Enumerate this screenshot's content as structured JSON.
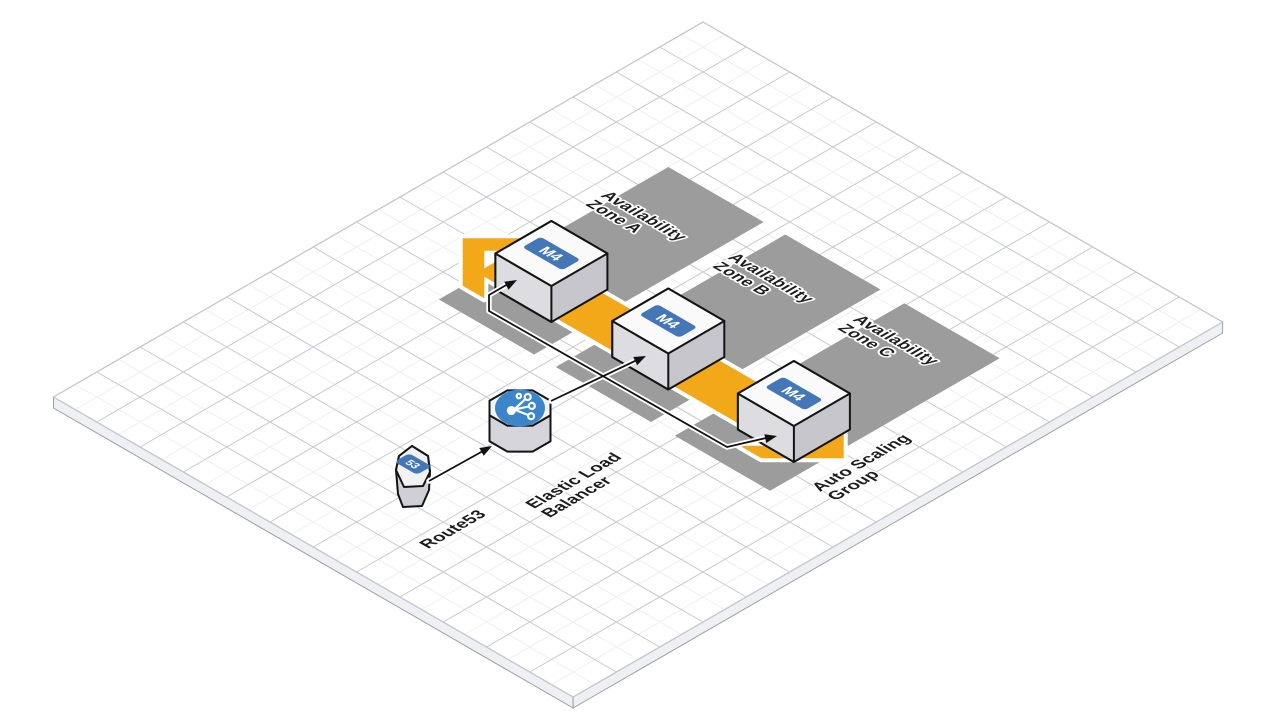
{
  "diagram": {
    "zones": [
      {
        "label_line1": "Availability",
        "label_line2": "Zone A"
      },
      {
        "label_line1": "Availability",
        "label_line2": "Zone B"
      },
      {
        "label_line1": "Availability",
        "label_line2": "Zone C"
      }
    ],
    "nodes": {
      "route53": {
        "label": "Route53",
        "badge": "53"
      },
      "elb": {
        "label_line1": "Elastic Load",
        "label_line2": "Balancer"
      },
      "autoscaling": {
        "label_line1": "Auto Scaling",
        "label_line2": "Group"
      },
      "instances": [
        {
          "badge": "M4"
        },
        {
          "badge": "M4"
        },
        {
          "badge": "M4"
        }
      ]
    },
    "colors": {
      "zone_gray": "#9c9c9c",
      "arrow_yellow": "#f2a818",
      "badge_blue": "#4377b8",
      "elb_blue": "#3b86c8"
    }
  }
}
